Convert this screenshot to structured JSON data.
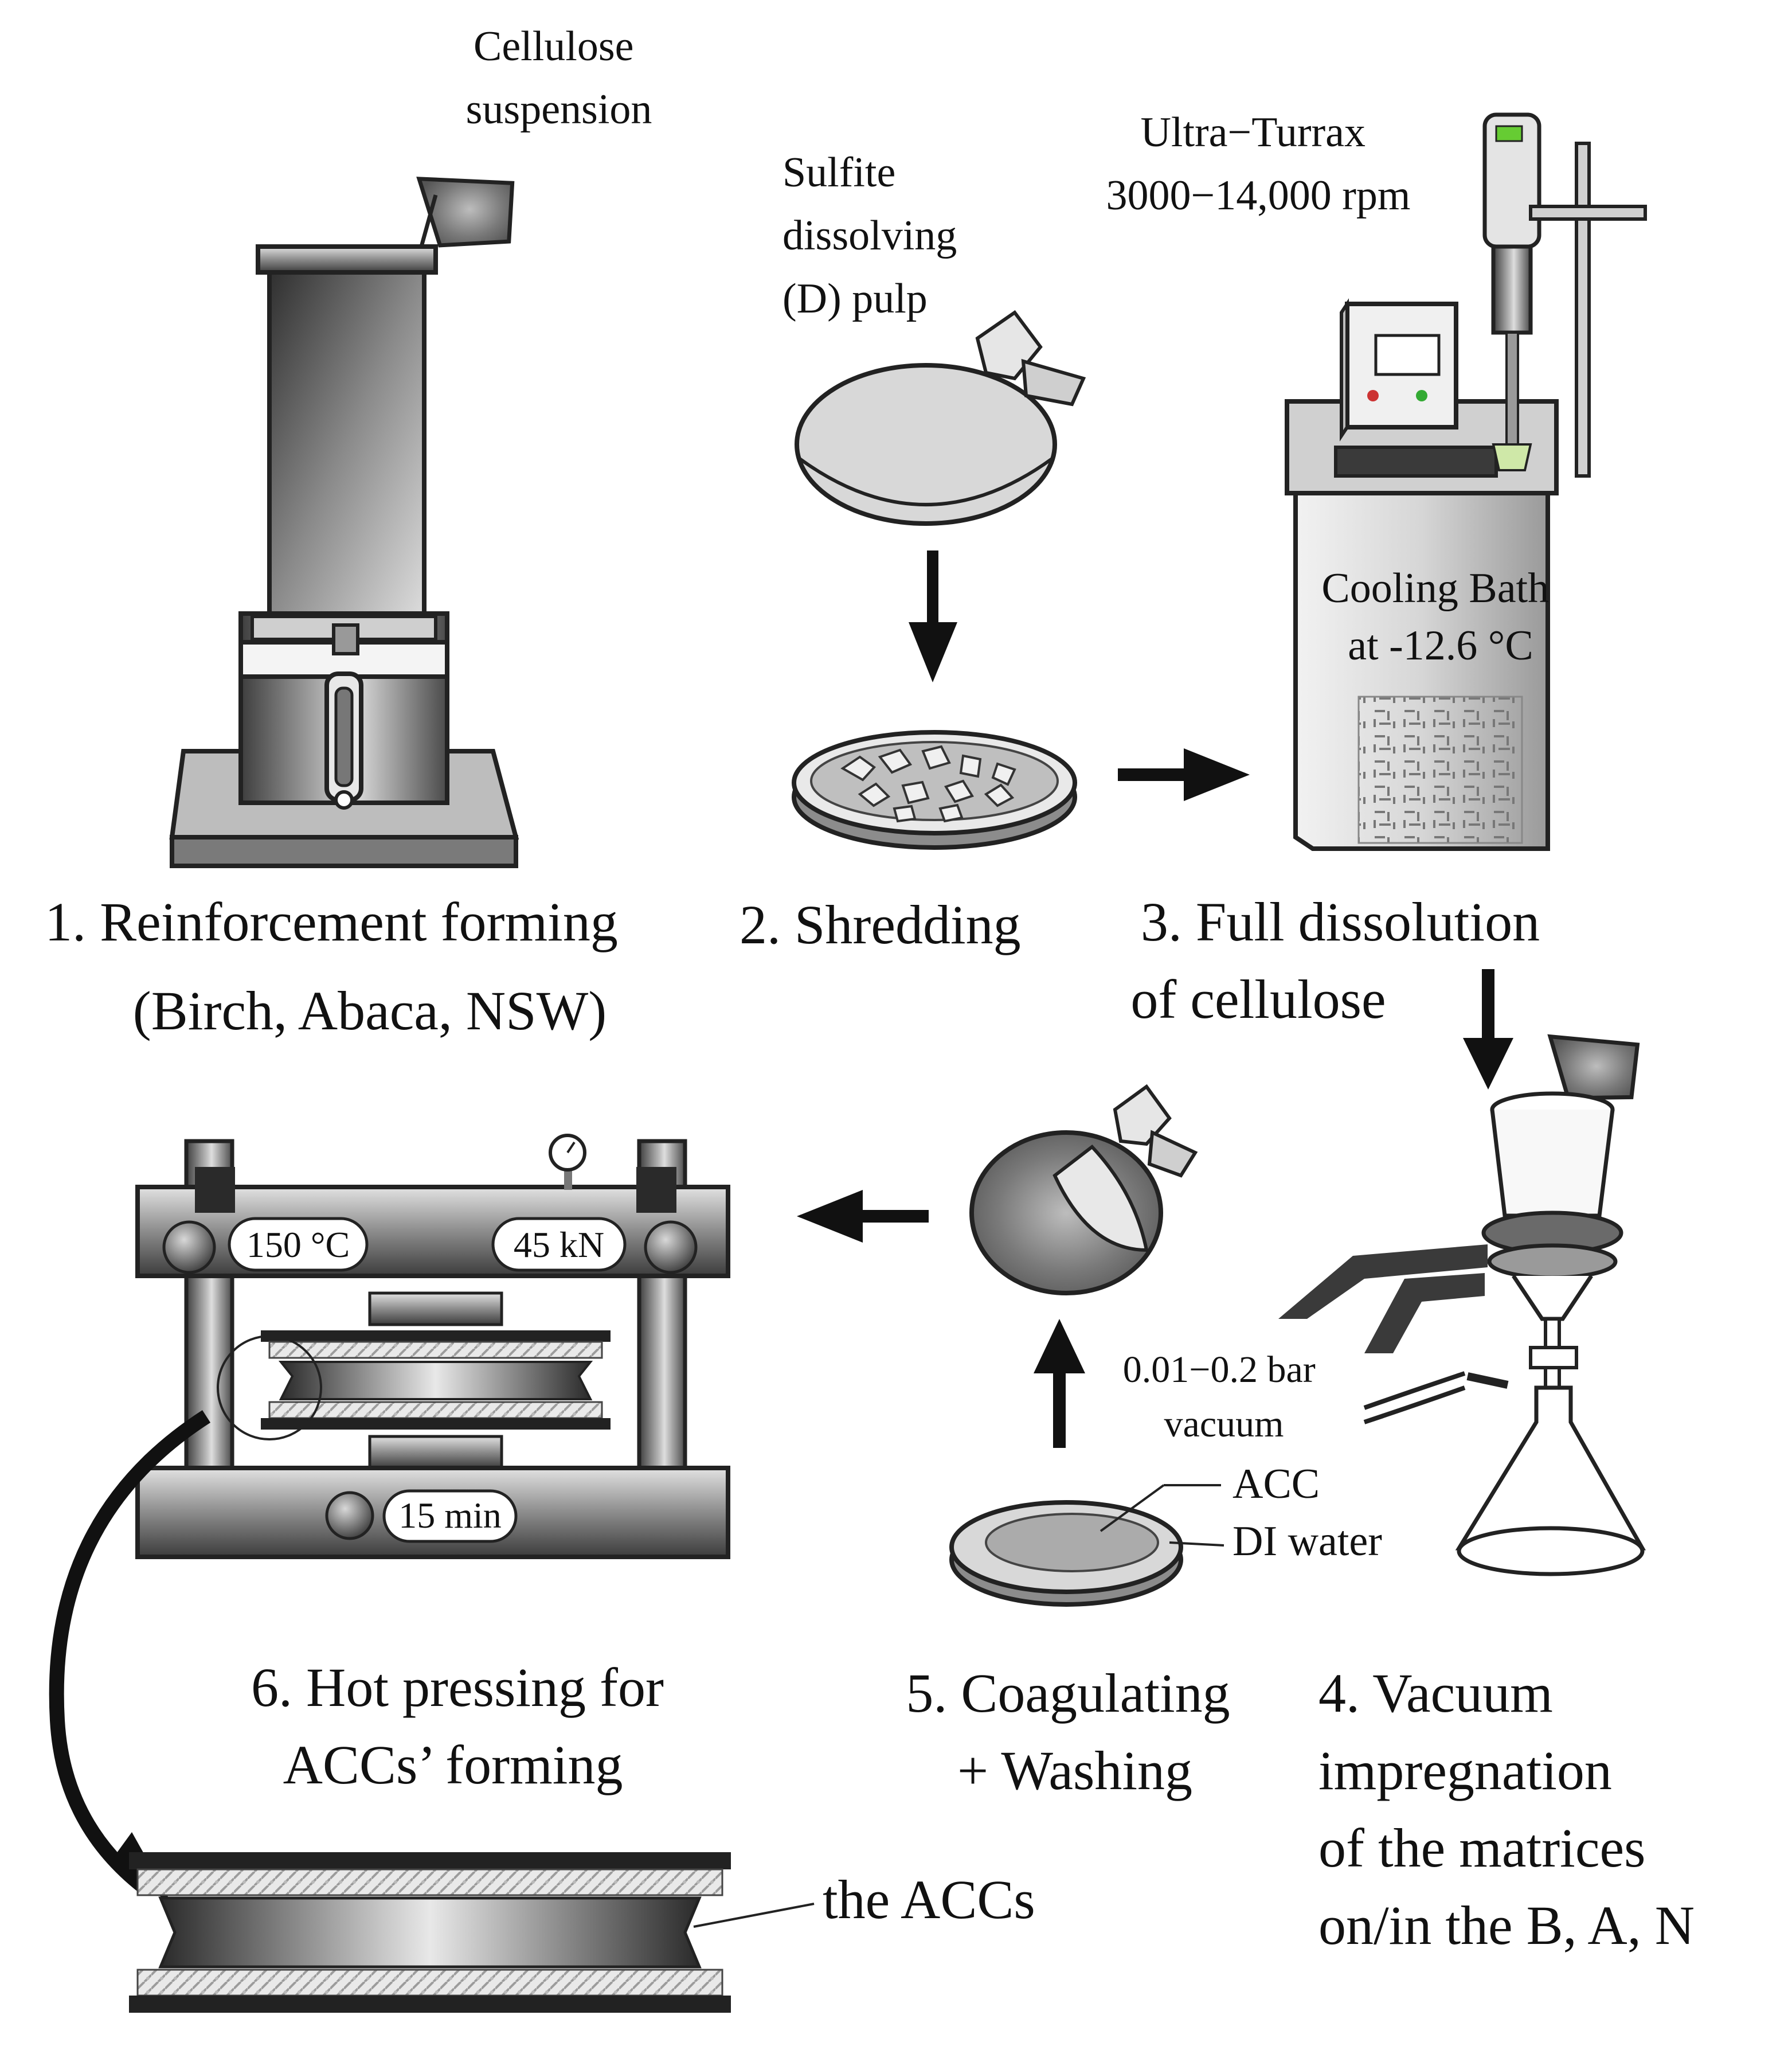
{
  "step1": {
    "line1": "1. Reinforcement forming",
    "line2": "(Birch, Abaca, NSW)",
    "pour_label_1": "Cellulose",
    "pour_label_2": "suspension"
  },
  "step2": {
    "line1": "2. Shredding",
    "pulp_label_1": "Sulfite",
    "pulp_label_2": "dissolving",
    "pulp_label_3": "(D) pulp"
  },
  "step3": {
    "line1": "3. Full dissolution",
    "line2": "of cellulose",
    "mixer_label_1": "Ultra−Turrax",
    "mixer_label_2": "3000−14,000 rpm",
    "bath_label_1": "Cooling Bath",
    "bath_label_2": "at -12.6 °C"
  },
  "step4": {
    "line1": "4. Vacuum",
    "line2": "impregnation",
    "line3": "of the matrices",
    "line4": "on/in the B, A, N",
    "vacuum_label_1": "0.01−0.2 bar",
    "vacuum_label_2": "vacuum"
  },
  "step5": {
    "line1": "5. Coagulating",
    "line2": "+ Washing",
    "dish_label_1": "ACC",
    "dish_label_2": "DI water"
  },
  "step6": {
    "line1": "6. Hot pressing for",
    "line2": "ACCs’ forming",
    "temperature": "150 °C",
    "force": "45 kN",
    "time": "15 min",
    "detail_label": "the ACCs"
  },
  "colors": {
    "arrow": "#111111",
    "metal_dark": "#4a4a4a",
    "metal_light": "#e6e6e6",
    "paper": "#dcdcdc"
  }
}
